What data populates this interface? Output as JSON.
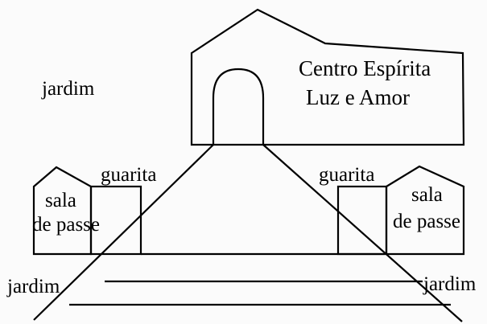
{
  "labels": {
    "center_line1": "Centro Espírita",
    "center_line2": "Luz e Amor",
    "garden_top_left": "jardim",
    "garden_bottom_left": "jardim",
    "garden_bottom_right": "jardim",
    "guard_left": "guarita",
    "guard_right": "guarita",
    "room_left_line1": "sala",
    "room_left_line2": "de passe",
    "room_right_line1": "sala",
    "room_right_line2": "de passe"
  }
}
